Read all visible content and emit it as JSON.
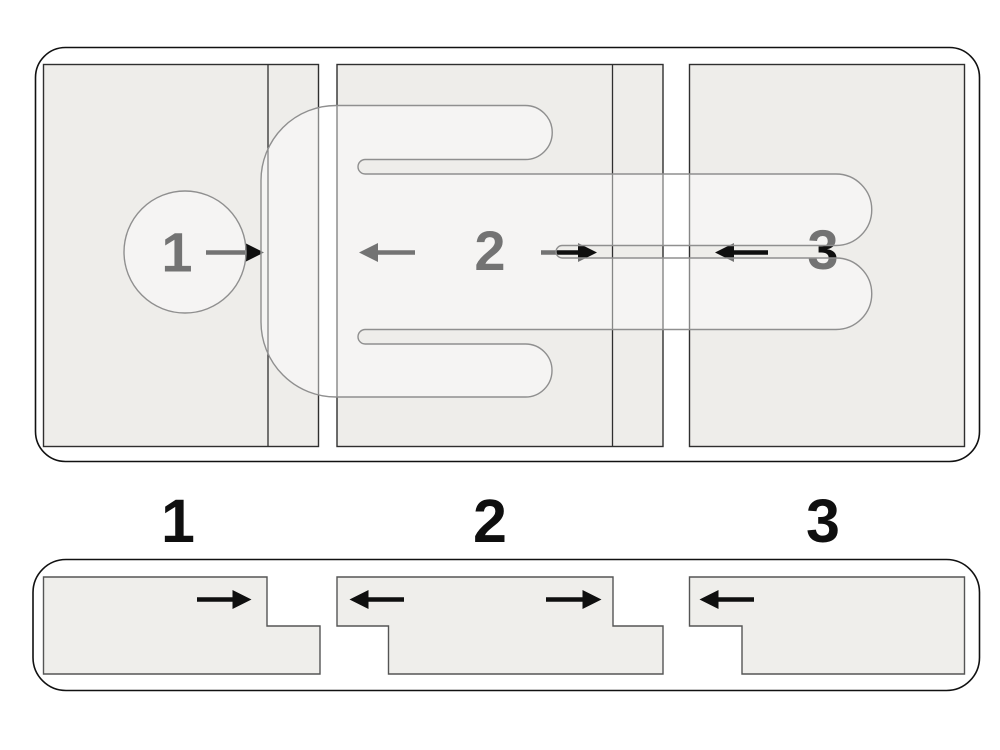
{
  "top_diagram": {
    "description": "top-view of person lying across three panels",
    "step_labels": {
      "s1": "1",
      "s2": "2",
      "s3": "3"
    },
    "arrows": {
      "step1": "right",
      "step2_left": "left",
      "step2_right": "right",
      "step3": "left"
    }
  },
  "bottom_diagram": {
    "description": "cross-section of three interlocking planks",
    "step_labels": {
      "s1": "1",
      "s2": "2",
      "s3": "3"
    },
    "arrows": {
      "plank1": "right",
      "plank2_left": "left",
      "plank2_right": "right",
      "plank3": "left"
    }
  },
  "colors": {
    "container_fill": "#ffffff",
    "outline_stroke": "#111111",
    "panel_fill": "#eeedea",
    "panel_stroke": "#2f2f2f",
    "figure_stroke": "#8f8f8f",
    "figure_fill": "rgba(255,255,255,0.42)",
    "arrow_color": "#0f0f0f",
    "plank_fill": "#efeeeb",
    "plank_stroke": "#555555"
  }
}
